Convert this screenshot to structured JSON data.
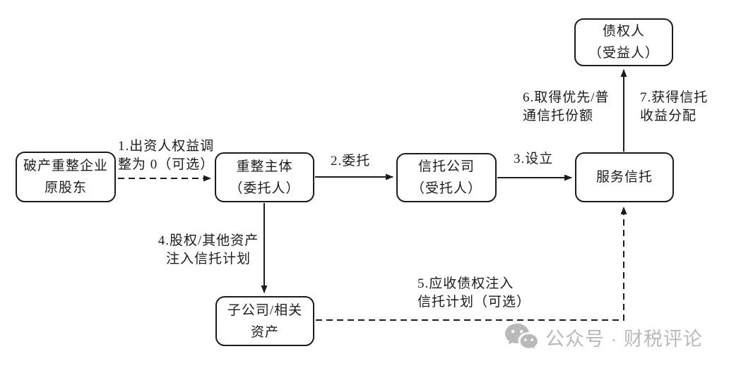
{
  "diagram": {
    "nodes": {
      "original_shareholders": {
        "line1": "破产重整企业",
        "line2": "原股东"
      },
      "restructuring_entity": {
        "line1": "重整主体",
        "line2": "（委托人）"
      },
      "trust_company": {
        "line1": "信托公司",
        "line2": "（受托人）"
      },
      "service_trust": {
        "line1": "服务信托"
      },
      "creditor": {
        "line1": "债权人",
        "line2": "（受益人）"
      },
      "subsidiary": {
        "line1": "子公司/相关",
        "line2": "资产"
      }
    },
    "edge_labels": {
      "e1": {
        "line1": "1.出资人权益调",
        "line2": "整为 0（可选）"
      },
      "e2": {
        "line1": "2.委托"
      },
      "e3": {
        "line1": "3.设立"
      },
      "e4": {
        "line1": "4.股权/其他资产",
        "line2": "注入信托计划"
      },
      "e5": {
        "line1": "5.应收债权注入",
        "line2": "信托计划（可选）"
      },
      "e6": {
        "line1": "6.取得优先/普",
        "line2": "通信托份额"
      },
      "e7": {
        "line1": "7.获得信托",
        "line2": "收益分配"
      }
    },
    "colors": {
      "line": "#1c1c1c",
      "box_background": "#ffffff",
      "watermark_gray": "#b9b9b9"
    }
  },
  "watermark": {
    "icon": "wechat-icon",
    "text": "公众号 · 财税评论"
  }
}
